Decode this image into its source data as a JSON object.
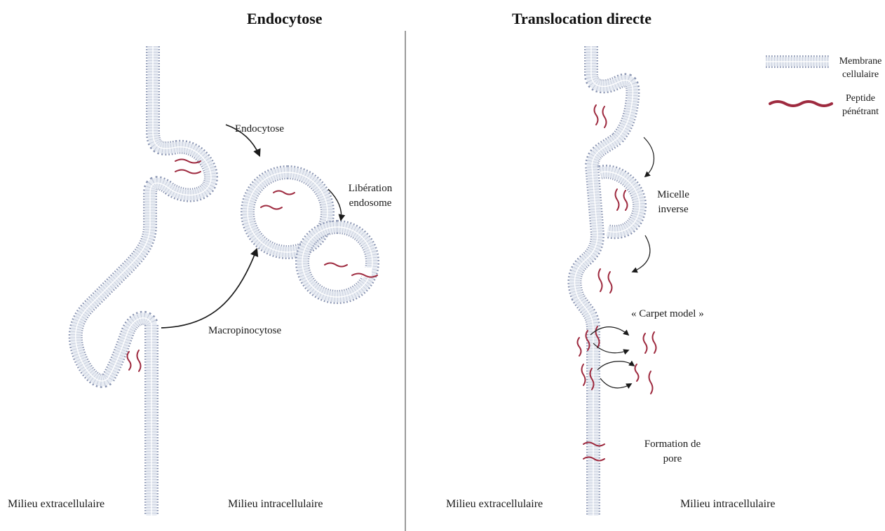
{
  "titles": {
    "left": "Endocytose",
    "right": "Translocation directe"
  },
  "labels": {
    "endocytose_arrow": "Endocytose",
    "liberation_line1": "Libération",
    "liberation_line2": "endosome",
    "macropinocytose": "Macropinocytose",
    "micelle_line1": "Micelle",
    "micelle_line2": "inverse",
    "carpet_model": "« Carpet model »",
    "pore_line1": "Formation de",
    "pore_line2": "pore",
    "left_extra": "Milieu extracellulaire",
    "left_intra": "Milieu intracellulaire",
    "right_extra": "Milieu extracellulaire",
    "right_intra": "Milieu intracellulaire"
  },
  "legend": {
    "membrane_line1": "Membrane",
    "membrane_line2": "cellulaire",
    "peptide_line1": "Peptide",
    "peptide_line2": "pénétrant"
  },
  "colors": {
    "membrane_head": "#8c97b4",
    "membrane_body": "#e8ecf3",
    "membrane_tail": "#c3cad9",
    "peptide": "#9e2a3f",
    "arrow": "#1a1a1a",
    "divider": "#7a7a7a"
  }
}
